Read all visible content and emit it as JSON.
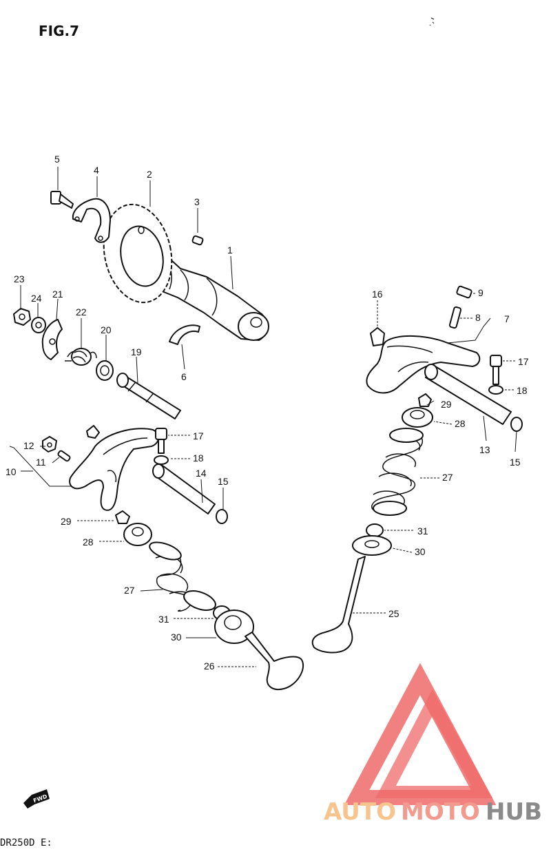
{
  "figure_title": "FIG.7",
  "bottom_code": "DR250D  E:",
  "fwd_label": "FWD",
  "watermark": {
    "text_auto": "AUTO",
    "text_moto": "MOTO",
    "text_hub": "HUB",
    "color_auto": "#f7c48e",
    "color_moto": "#f29a8e",
    "color_hub": "#8a8a8a",
    "color_logo": "#ef6a6a"
  },
  "callouts": {
    "c1": "1",
    "c2": "2",
    "c3": "3",
    "c4": "4",
    "c5": "5",
    "c6": "6",
    "c7": "7",
    "c8": "8",
    "c9": "9",
    "c10": "10",
    "c11": "11",
    "c12": "12",
    "c13": "13",
    "c14": "14",
    "c15a": "15",
    "c15b": "15",
    "c16": "16",
    "c17a": "17",
    "c17b": "17",
    "c18a": "18",
    "c18b": "18",
    "c19": "19",
    "c20": "20",
    "c21": "21",
    "c22": "22",
    "c23": "23",
    "c24": "24",
    "c25": "25",
    "c26": "26",
    "c27a": "27",
    "c27b": "27",
    "c28a": "28",
    "c28b": "28",
    "c29a": "29",
    "c29b": "29",
    "c30a": "30",
    "c30b": "30",
    "c31a": "31",
    "c31b": "31"
  }
}
